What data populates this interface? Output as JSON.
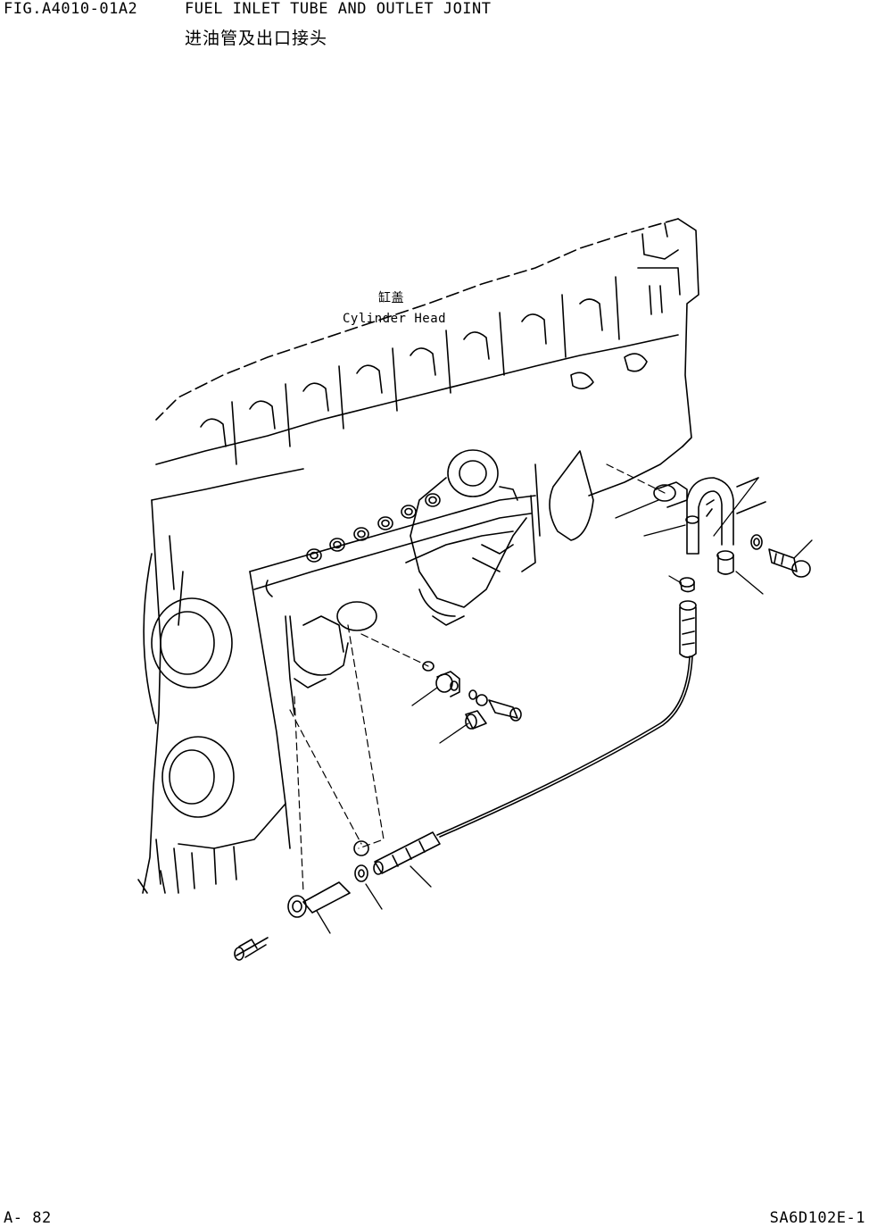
{
  "header": {
    "figure_id": "FIG.A4010-01A2",
    "title_en": "FUEL INLET TUBE AND OUTLET JOINT",
    "title_cn": "进油管及出口接头"
  },
  "callout": {
    "label_cn": "缸盖",
    "label_en": "Cylinder Head"
  },
  "footer": {
    "page_number": "A- 82",
    "doc_code": "SA6D102E-1"
  }
}
